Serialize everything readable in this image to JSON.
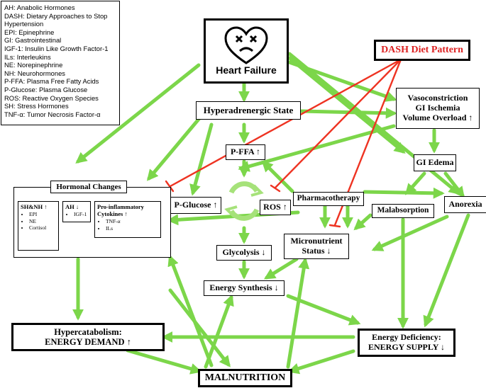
{
  "abbreviations": [
    "AH: Anabolic Hormones",
    "DASH: Dietary Approaches to Stop",
    "Hypertension",
    "EPI: Epinephrine",
    "GI: Gastrointestinal",
    "IGF-1: Insulin Like Growth Factor-1",
    "ILs: Interleukins",
    "NE: Norepinephrine",
    "NH: Neurohormones",
    "P-FFA: Plasma Free Fatty Acids",
    "P-Glucose: Plasma Glucose",
    "ROS: Reactive Oxygen Species",
    "SH: Stress Hormones",
    "TNF-α: Tumor Necrosis Factor-α"
  ],
  "nodes": {
    "heart_failure": "Heart Failure",
    "dash": "DASH Diet Pattern",
    "vaso": [
      "Vasoconstriction",
      "GI Ischemia",
      "Volume Overload ↑"
    ],
    "hyper_state": "Hyperadrenergic State",
    "pffa": "P-FFA ↑",
    "gi_edema": "GI Edema",
    "hormonal": "Hormonal Changes",
    "pglucose": "P-Glucose ↑",
    "ros": "ROS ↑",
    "pharmaco": "Pharmacotherapy",
    "malabsorption": "Malabsorption",
    "anorexia": "Anorexia",
    "micronutrient": [
      "Micronutrient",
      "Status ↓"
    ],
    "glycolysis": "Glycolysis ↓",
    "energy_synth": "Energy Synthesis ↓",
    "hypercat": [
      "Hypercatabolism:",
      "ENERGY DEMAND ↑"
    ],
    "energy_def": [
      "Energy Deficiency:",
      "ENERGY SUPPLY ↓"
    ],
    "malnutrition": "MALNUTRITION"
  },
  "hormonal_sub": {
    "shnh": {
      "title": "SH&NH ↑",
      "items": [
        "EPI",
        "NE",
        "Cortisol"
      ]
    },
    "ah": {
      "title": "AH ↓",
      "items": [
        "IGF-1"
      ]
    },
    "cyto": {
      "title": [
        "Pro-inflammatory",
        "Cytokines ↑"
      ],
      "items": [
        "TNF-α",
        "ILs"
      ]
    }
  },
  "colors": {
    "activating": "#7cd64a",
    "inhibiting": "#ee3322",
    "cycle": "#a6e27a",
    "dash_text": "#dd2222"
  },
  "icons": {
    "heart": "sad-heart-icon",
    "cycle": "cycle-arrows-icon"
  }
}
